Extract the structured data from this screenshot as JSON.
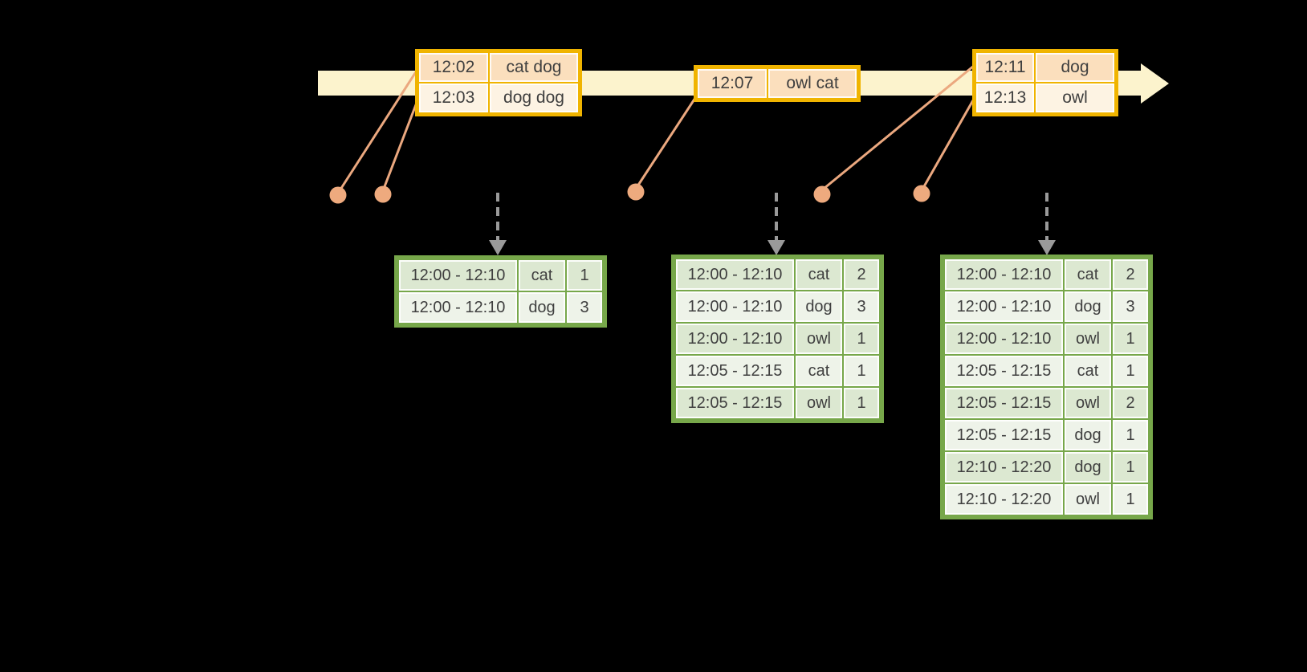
{
  "colors": {
    "background": "#000000",
    "timeline_band": "#fcf3cd",
    "event_table_border": "#f0b400",
    "event_row_primary": "#fbdfbd",
    "event_row_secondary": "#fdf3e3",
    "result_table_border": "#77a74a",
    "result_row_odd": "#dce8d1",
    "result_row_even": "#eef3e9",
    "connector": "#eba87f",
    "dot": "#eeaa7e",
    "trigger_arrow": "#9a9a9a",
    "text": "#3f3f3f"
  },
  "timeline": {
    "event_tables": [
      {
        "rows": [
          [
            "12:02",
            "cat dog"
          ],
          [
            "12:03",
            "dog dog"
          ]
        ]
      },
      {
        "rows": [
          [
            "12:07",
            "owl cat"
          ]
        ]
      },
      {
        "rows": [
          [
            "12:11",
            "dog"
          ],
          [
            "12:13",
            "owl"
          ]
        ]
      }
    ]
  },
  "result_tables": [
    {
      "rows": [
        [
          "12:00 - 12:10",
          "cat",
          "1"
        ],
        [
          "12:00 - 12:10",
          "dog",
          "3"
        ]
      ]
    },
    {
      "rows": [
        [
          "12:00 - 12:10",
          "cat",
          "2"
        ],
        [
          "12:00 - 12:10",
          "dog",
          "3"
        ],
        [
          "12:00 - 12:10",
          "owl",
          "1"
        ],
        [
          "12:05 - 12:15",
          "cat",
          "1"
        ],
        [
          "12:05 - 12:15",
          "owl",
          "1"
        ]
      ]
    },
    {
      "rows": [
        [
          "12:00 - 12:10",
          "cat",
          "2"
        ],
        [
          "12:00 - 12:10",
          "dog",
          "3"
        ],
        [
          "12:00 - 12:10",
          "owl",
          "1"
        ],
        [
          "12:05 - 12:15",
          "cat",
          "1"
        ],
        [
          "12:05 - 12:15",
          "owl",
          "2"
        ],
        [
          "12:05 - 12:15",
          "dog",
          "1"
        ],
        [
          "12:10 - 12:20",
          "dog",
          "1"
        ],
        [
          "12:10 - 12:20",
          "owl",
          "1"
        ]
      ]
    }
  ]
}
